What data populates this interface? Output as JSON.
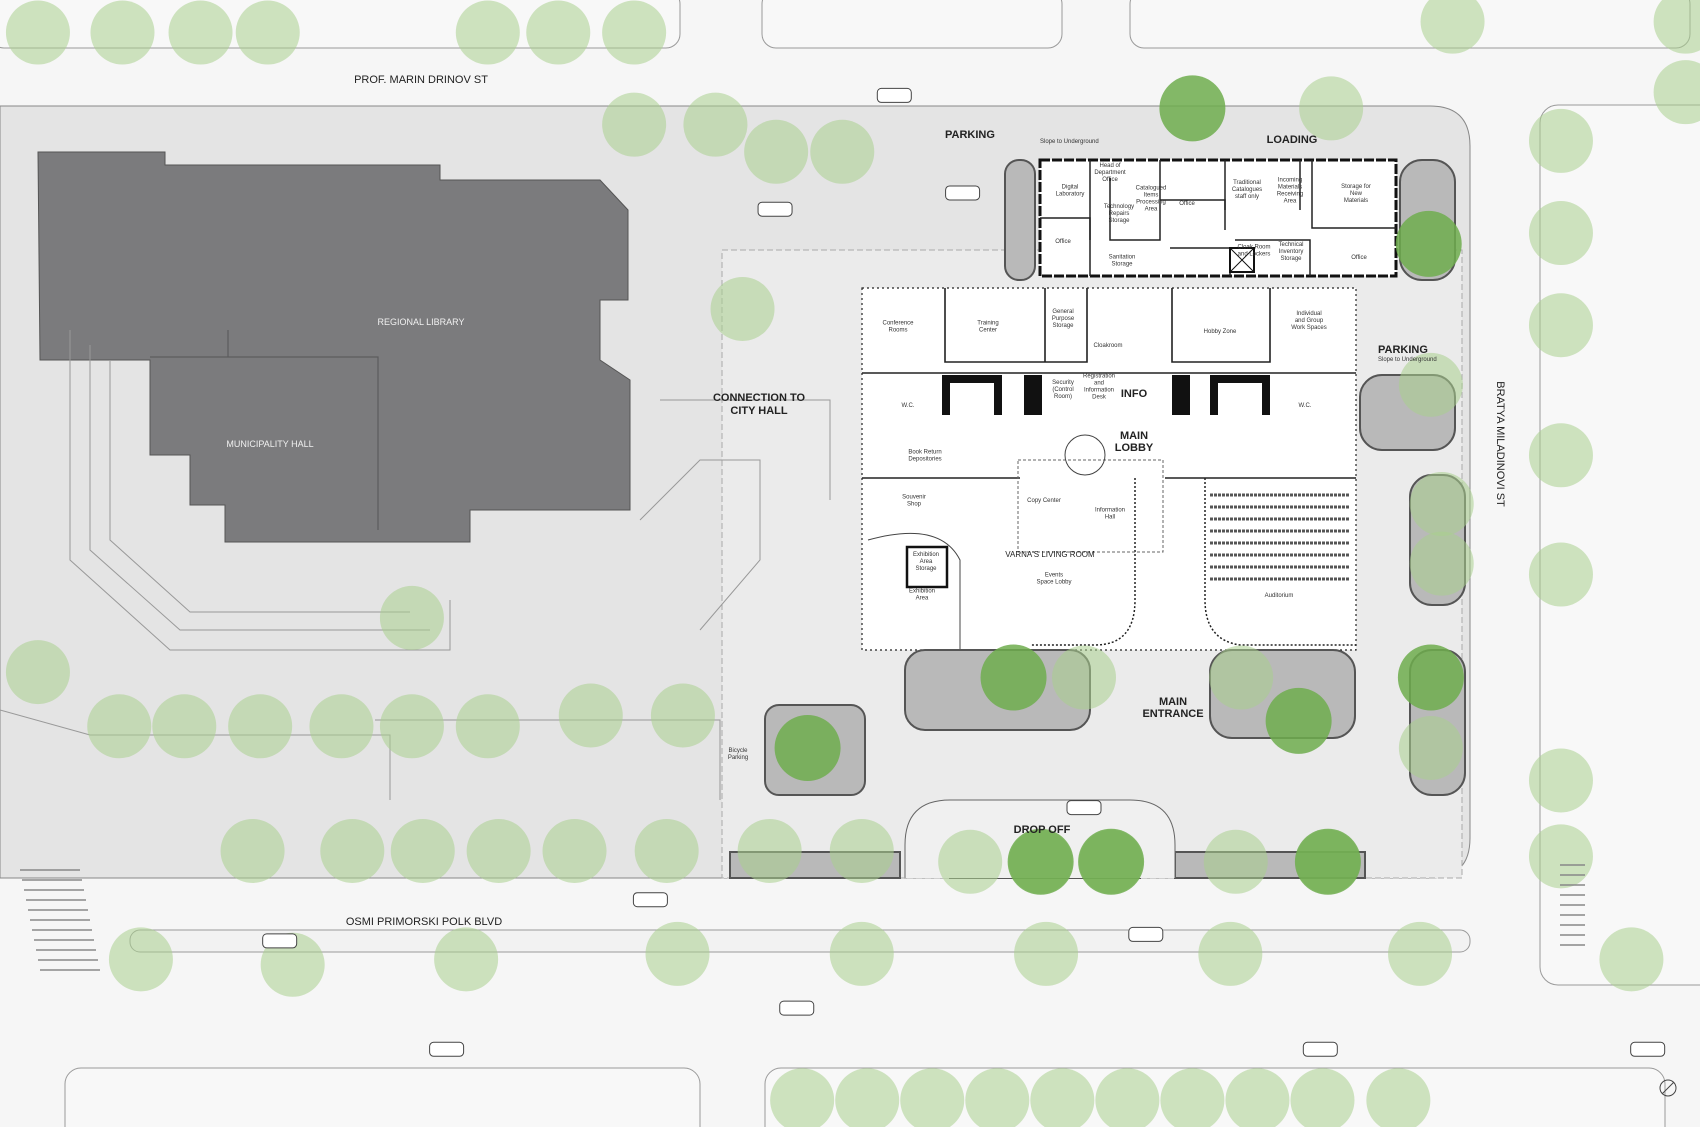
{
  "streets": {
    "north": "PROF. MARIN DRINOV ST",
    "south": "OSMI PRIMORSKI POLK BLVD",
    "east": "BRATYA MILADINOVI ST"
  },
  "buildings": {
    "library": "REGIONAL LIBRARY",
    "hall": "MUNICIPALITY HALL"
  },
  "callouts": {
    "connection_1": "CONNECTION TO",
    "connection_2": "CITY HALL",
    "parking_top": "PARKING",
    "slope_top": "Slope to Underground",
    "loading": "LOADING",
    "parking_right": "PARKING",
    "slope_right": "Slope to Underground",
    "info": "INFO",
    "lobby_1": "MAIN",
    "lobby_2": "LOBBY",
    "entrance_1": "MAIN",
    "entrance_2": "ENTRANCE",
    "drop_off": "DROP OFF",
    "bicycle_1": "Bicycle",
    "bicycle_2": "Parking",
    "living_room": "VARNA'S LIVING ROOM"
  },
  "rooms": {
    "digital_lab": "Digital Laboratory",
    "head_office": "Head of Department Office",
    "catalogued": "Catalogued Items Processing Area",
    "tech_repairs": "Technology Repairs Storage",
    "office_1": "Office",
    "traditional": "Traditional Catalogues staff only",
    "incoming": "Incoming Materials Receiving Area",
    "storage_new": "Storage for New Materials",
    "office_2": "Office",
    "sanitation": "Sanitation Storage",
    "cloak_lockers": "Cloak Room and Lockers",
    "tech_inventory": "Technical Inventory Storage",
    "office_3": "Office",
    "conference": "Conference Rooms",
    "training": "Training Center",
    "general_storage": "General Purpose Storage",
    "cloakroom": "Cloakroom",
    "hobby": "Hobby Zone",
    "work_spaces": "Individual and Group Work Spaces",
    "wc_1": "W.C.",
    "security": "Security (Control Room)",
    "registration": "Registration and Information Desk",
    "wc_2": "W.C.",
    "book_return": "Book Return Depositories",
    "souvenir": "Souvenir Shop",
    "copy_center": "Copy Center",
    "info_hall": "Information Hall",
    "exhibition_storage": "Exhibition Area Storage",
    "events_lobby": "Events Space Lobby",
    "exhibition": "Exhibition Area",
    "auditorium": "Auditorium"
  },
  "colors": {
    "tree": "#a9d08e",
    "tree_dark": "#6fad4e",
    "existing_building": "#7b7b7d",
    "plaza": "#e4e4e4"
  }
}
